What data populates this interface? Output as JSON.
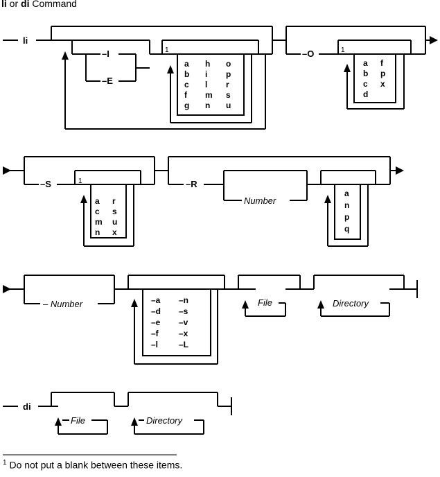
{
  "title": {
    "cmd1": "li",
    "or": " or ",
    "cmd2": "di",
    "rest": " Command"
  },
  "commands": {
    "li": "li",
    "di": "di"
  },
  "flags": {
    "I": "–I",
    "E": "–E",
    "O": "–O",
    "S": "–S",
    "R": "–R",
    "number_opt": "– Number"
  },
  "args": {
    "number": "Number",
    "file": "File",
    "directory": "Directory"
  },
  "footnote_mark": "1",
  "sort_letters": [
    [
      "a",
      "h",
      "o"
    ],
    [
      "b",
      "i",
      "p"
    ],
    [
      "c",
      "l",
      "r"
    ],
    [
      "f",
      "m",
      "s"
    ],
    [
      "g",
      "n",
      "u"
    ]
  ],
  "o_letters": [
    [
      "a",
      "f"
    ],
    [
      "b",
      "p"
    ],
    [
      "c",
      "x"
    ],
    [
      "d",
      ""
    ]
  ],
  "s_letters": [
    [
      "a",
      "r"
    ],
    [
      "c",
      "s"
    ],
    [
      "m",
      "u"
    ],
    [
      "n",
      "x"
    ]
  ],
  "r_letters": [
    "a",
    "n",
    "p",
    "q"
  ],
  "opt_flags": [
    [
      "–a",
      "–n"
    ],
    [
      "–d",
      "–s"
    ],
    [
      "–e",
      "–v"
    ],
    [
      "–f",
      "–x"
    ],
    [
      "–l",
      "–L"
    ]
  ],
  "footnote": {
    "mark": "1",
    "text": " Do not put a blank between these items."
  }
}
